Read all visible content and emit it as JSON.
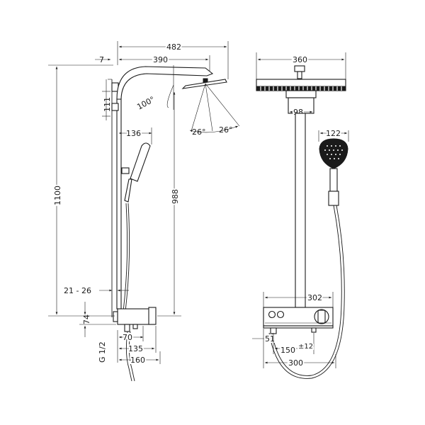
{
  "side_view": {
    "dim_total_width": "482",
    "dim_wall_offset": "7",
    "dim_arm_reach": "390",
    "dim_head_tilt": "100°",
    "dim_bracket": "111",
    "dim_height_total": "1100",
    "dim_hand_shower": "136",
    "dim_shower_height": "988",
    "dim_spray_angle_1": "26°",
    "dim_spray_angle_2": "26°",
    "dim_wall_gap": "21 - 26",
    "dim_thermostat_height": "74",
    "dim_inlet_offset": "70",
    "dim_depth_1": "135",
    "dim_depth_2": "160",
    "dim_connection": "G 1/2"
  },
  "front_view": {
    "dim_head_width": "360",
    "dim_arm_width": "98",
    "dim_hand_width": "122",
    "dim_thermostat_width": "302",
    "dim_inlet_depth": "51",
    "dim_inlet_spacing": "150",
    "dim_tolerance": "±12",
    "dim_hose_spread": "300"
  }
}
